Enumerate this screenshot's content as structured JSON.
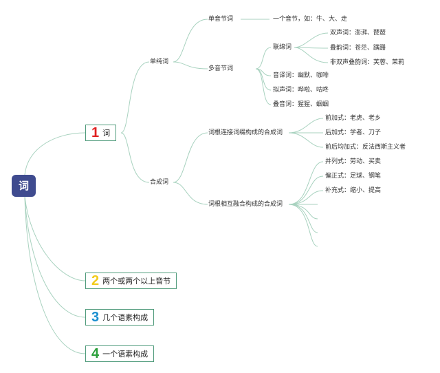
{
  "root": {
    "label": "词"
  },
  "branches": [
    {
      "num": "1",
      "label": "词",
      "color": "#e02020"
    },
    {
      "num": "2",
      "label": "两个或两个以上音节",
      "color": "#f2cc1d"
    },
    {
      "num": "3",
      "label": "几个语素构成",
      "color": "#1b8fd0"
    },
    {
      "num": "4",
      "label": "一个语素构成",
      "color": "#2aa03a"
    }
  ],
  "tree": {
    "danchunci": "单纯词",
    "heci": "合成词",
    "dan_yinjie": "单音节词",
    "dan_yinjie_desc": "一个音节，如：牛、大、走",
    "duo_yinjie": "多音节词",
    "lianmian": "联绵词",
    "lianmian_items": [
      "双声词：澎湃、琵琶",
      "叠韵词：苍茫、蹒跚",
      "非双声叠韵词：芙蓉、茉莉"
    ],
    "duo_items": [
      "音译词：幽默、咖啡",
      "拟声词：哗啦、咕咚",
      "叠音词：猩猩、蝈蝈"
    ],
    "cigen_ciyao": "词根连接词缀构成的合成词",
    "ciyao_items": [
      "前加式：老虎、老乡",
      "后加式：学者、刀子",
      "前后均加式：反法西斯主义者"
    ],
    "cigen_ronghe": "词根相互融合构成的合成词",
    "ronghe_items": [
      "并列式：劳动、买卖",
      "偏正式：足球、钢笔",
      "补充式：缩小、提高"
    ]
  }
}
